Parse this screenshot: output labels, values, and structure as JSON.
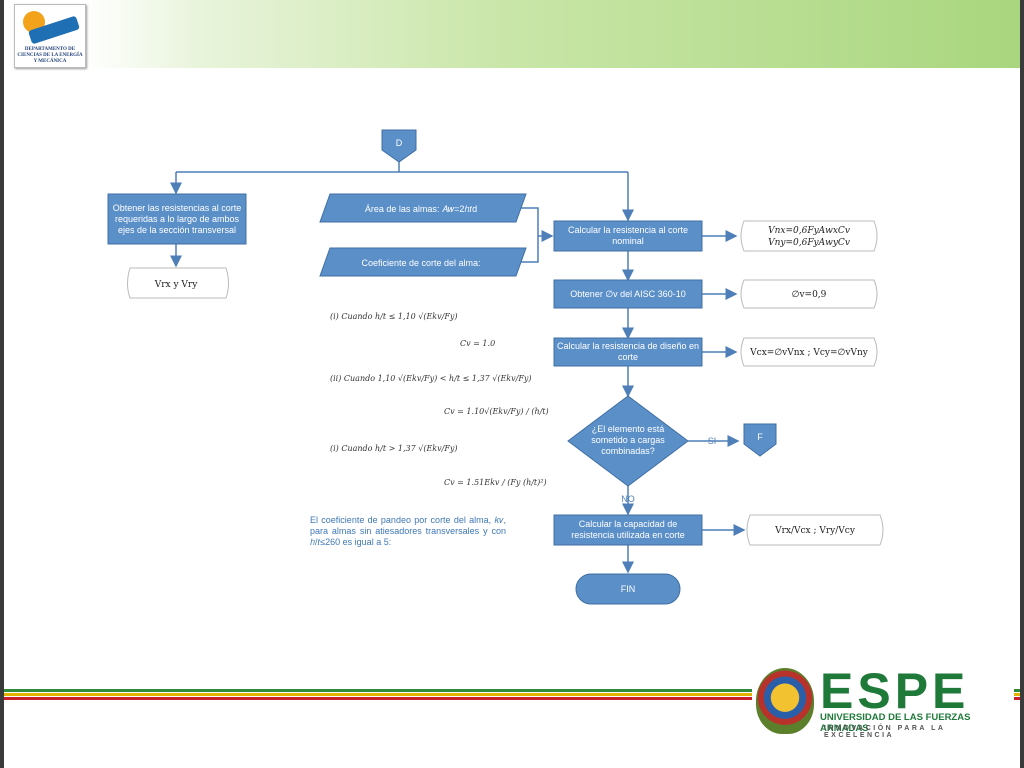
{
  "nodes": {
    "d_connector": "D",
    "obtain_resistances": [
      "Obtener las resistencias al corte",
      "requeridas a lo largo de ambos",
      "ejes de la sección transversal"
    ],
    "vrx_vry": "Vrx y Vry",
    "web_area": "Área de las almas: 𝐴𝑤=2ℎ𝑡d",
    "web_shear_coef": "Coeficiente de corte del alma:",
    "nominal_resistance": [
      "Calcular la resistencia al corte",
      "nominal"
    ],
    "nominal_output": [
      "𝑉𝑛x=0,6𝐹𝑦𝐴𝑤x𝐶𝑣",
      "𝑉𝑛y=0,6𝐹𝑦𝐴𝑤y𝐶𝑣"
    ],
    "obtain_phi": "Obtener ∅v del AISC 360-10",
    "phi_output": "∅v=0,9",
    "design_resistance": [
      "Calcular la resistencia de diseño en",
      "corte"
    ],
    "design_output": "Vcx=∅vVnx  ;  Vcy=∅vVny",
    "decision": [
      "¿El elemento está",
      "sometido a cargas",
      "combinadas?"
    ],
    "yes_label": "SI",
    "f_connector": "F",
    "no_label": "NO",
    "capacity": [
      "Calcular la capacidad de",
      "resistencia utilizada en corte"
    ],
    "capacity_output": "Vrx/Vcx  ;  Vry/Vcy",
    "end": "FIN"
  },
  "formulas": {
    "case1": "(𝑖) 𝐶𝑢𝑎𝑛𝑑𝑜  h/t ≤ 1,10 √(Ekv/Fy)",
    "cv1": "𝐶𝑣 = 1.0",
    "case2": "(𝑖𝑖) 𝐶𝑢𝑎𝑛𝑑𝑜  1,10 √(Ekv/Fy) < h/t ≤ 1,37 √(Ekv/Fy)",
    "cv2": "𝐶𝑣 = 1.10√(Ekv/Fy) / (h/t)",
    "case3": "(𝑖) 𝐶𝑢𝑎𝑛𝑑𝑜  h/t > 1,37 √(Ekv/Fy)",
    "cv3": "𝐶𝑣 = 1.51Ekv / (Fy (h/t)²)"
  },
  "note": "El coeficiente de pandeo por corte del alma, 𝑘𝑣, para almas sin atiesadores transversales y con ℎ/𝑡≤260 es igual a 5:",
  "branding": {
    "dept": "DEPARTAMENTO DE CIENCIAS DE LA ENERGÍA Y MECÁNICA",
    "espe": "ESPE",
    "university": "UNIVERSIDAD DE LAS FUERZAS ARMADAS",
    "motto": "INNOVACIÓN PARA LA EXCELENCIA"
  },
  "colors": {
    "node_fill": "#5b8fc8",
    "node_stroke": "#3f6fa3",
    "connector": "#4f7fb8",
    "band_green": "#a9d67e",
    "espe_green": "#1f7a3a"
  }
}
